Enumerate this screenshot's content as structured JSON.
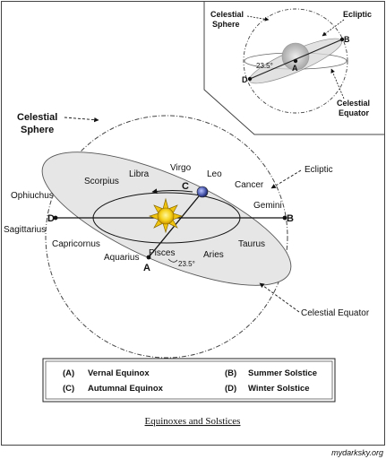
{
  "inset": {
    "celestial_sphere_label": [
      "Celestial",
      "Sphere"
    ],
    "ecliptic_label": "Ecliptic",
    "celestial_equator_label": [
      "Celestial",
      "Equator"
    ],
    "angle_label": "23.5°",
    "point_a": "A",
    "point_b": "B",
    "point_d": "D"
  },
  "main": {
    "celestial_sphere_label": [
      "Celestial",
      "Sphere"
    ],
    "ecliptic_label": "Ecliptic",
    "celestial_equator_label": "Celestial Equator",
    "angle_label": "23.5°",
    "points": {
      "a": "A",
      "b": "B",
      "c": "C",
      "d": "D"
    },
    "constellations": {
      "virgo": "Virgo",
      "libra": "Libra",
      "leo": "Leo",
      "scorpius": "Scorpius",
      "cancer": "Cancer",
      "ophiuchus": "Ophiuchus",
      "gemini": "Gemini",
      "sagittarius": "Sagittarius",
      "capricornus": "Capricornus",
      "taurus": "Taurus",
      "aquarius": "Aquarius",
      "pisces": "Pisces",
      "aries": "Aries"
    }
  },
  "legend": {
    "a": {
      "key": "(A)",
      "text": "Vernal Equinox"
    },
    "b": {
      "key": "(B)",
      "text": "Summer Solstice"
    },
    "c": {
      "key": "(C)",
      "text": "Autumnal Equinox"
    },
    "d": {
      "key": "(D)",
      "text": "Winter Solstice"
    }
  },
  "caption": "Equinoxes and Solstices",
  "credit": "mydarksky.org"
}
